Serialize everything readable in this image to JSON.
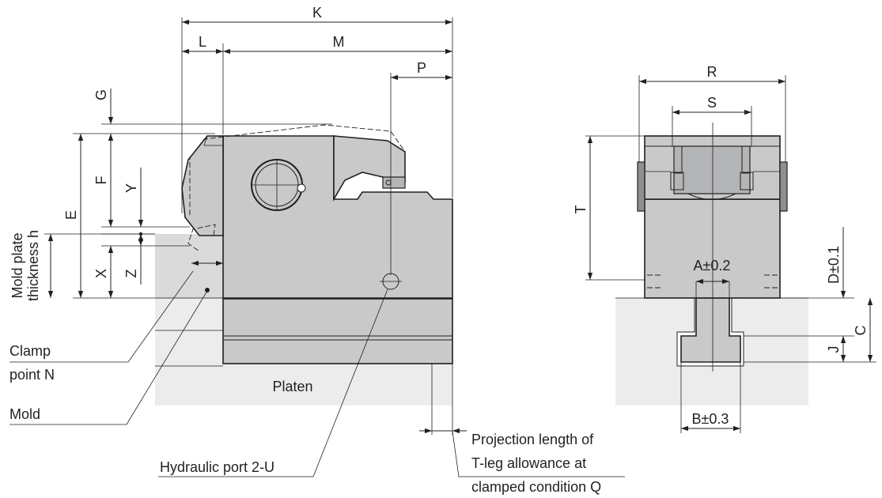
{
  "side_view": {
    "dims": {
      "K": "K",
      "L": "L",
      "M": "M",
      "P": "P",
      "G": "G",
      "F": "F",
      "E": "E",
      "Y": "Y",
      "X": "X",
      "Z": "Z"
    },
    "labels": {
      "mold_plate_line1": "Mold plate",
      "mold_plate_line2": "thickness h",
      "clamp_line1": "Clamp",
      "clamp_line2": "point N",
      "mold": "Mold",
      "platen": "Platen",
      "hydraulic_port": "Hydraulic port 2-U",
      "projection_line1": "Projection length of",
      "projection_line2": "T-leg allowance at",
      "projection_line3": "clamped condition Q"
    }
  },
  "front_view": {
    "dims": {
      "R": "R",
      "S": "S",
      "T": "T",
      "A": "A±0.2",
      "B": "B±0.3",
      "D": "D±0.1",
      "C": "C",
      "J": "J"
    }
  }
}
